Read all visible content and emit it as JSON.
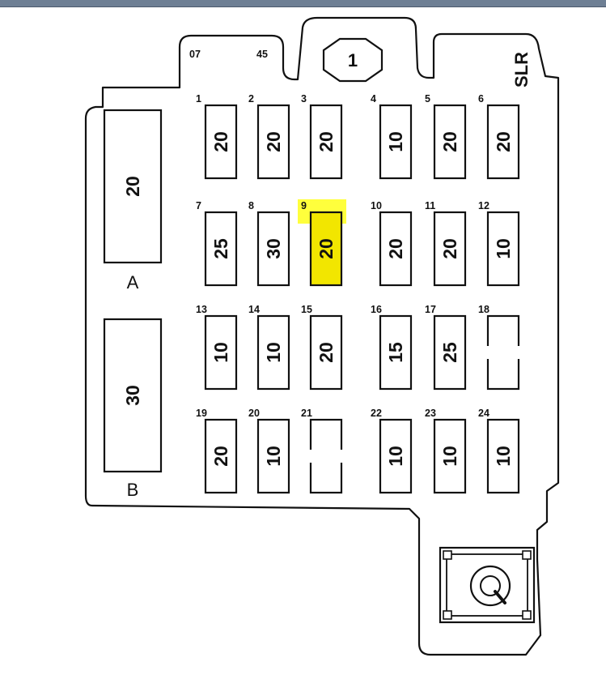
{
  "header_codes": [
    "07",
    "45"
  ],
  "relay_label": "1",
  "slr_label": "SLR",
  "big_fuses": [
    {
      "id": "A",
      "rating": "20"
    },
    {
      "id": "B",
      "rating": "30"
    }
  ],
  "fuses": [
    {
      "num": "1",
      "rating": "20"
    },
    {
      "num": "2",
      "rating": "20"
    },
    {
      "num": "3",
      "rating": "20"
    },
    {
      "num": "4",
      "rating": "10"
    },
    {
      "num": "5",
      "rating": "20"
    },
    {
      "num": "6",
      "rating": "20"
    },
    {
      "num": "7",
      "rating": "25"
    },
    {
      "num": "8",
      "rating": "30"
    },
    {
      "num": "9",
      "rating": "20",
      "highlighted": true
    },
    {
      "num": "10",
      "rating": "20"
    },
    {
      "num": "11",
      "rating": "20"
    },
    {
      "num": "12",
      "rating": "10"
    },
    {
      "num": "13",
      "rating": "10"
    },
    {
      "num": "14",
      "rating": "10"
    },
    {
      "num": "15",
      "rating": "20"
    },
    {
      "num": "16",
      "rating": "15"
    },
    {
      "num": "17",
      "rating": "25"
    },
    {
      "num": "18",
      "rating": ""
    },
    {
      "num": "19",
      "rating": "20"
    },
    {
      "num": "20",
      "rating": "10"
    },
    {
      "num": "21",
      "rating": ""
    },
    {
      "num": "22",
      "rating": "10"
    },
    {
      "num": "23",
      "rating": "10"
    },
    {
      "num": "24",
      "rating": "10"
    }
  ],
  "colors": {
    "highlight": "#f2e600",
    "ink": "#111111"
  },
  "icons": [
    "relay-octagon-icon",
    "grommet-connector-icon"
  ]
}
